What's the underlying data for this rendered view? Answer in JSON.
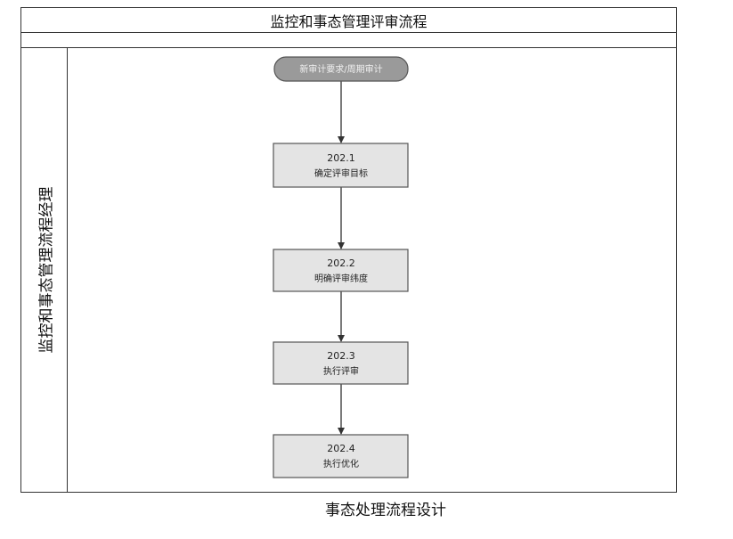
{
  "diagram": {
    "title": "监控和事态管理评审流程",
    "lane_label": "监控和事态管理流程经理",
    "caption": "事态处理流程设计",
    "start_node": "新审计要求/周期审计",
    "steps": [
      {
        "id": "202.1",
        "label": "确定评审目标"
      },
      {
        "id": "202.2",
        "label": "明确评审纬度"
      },
      {
        "id": "202.3",
        "label": "执行评审"
      },
      {
        "id": "202.4",
        "label": "执行优化"
      }
    ]
  },
  "colors": {
    "terminal_fill": "#9a9a9a",
    "step_fill": "#e4e4e4",
    "border": "#333333"
  }
}
